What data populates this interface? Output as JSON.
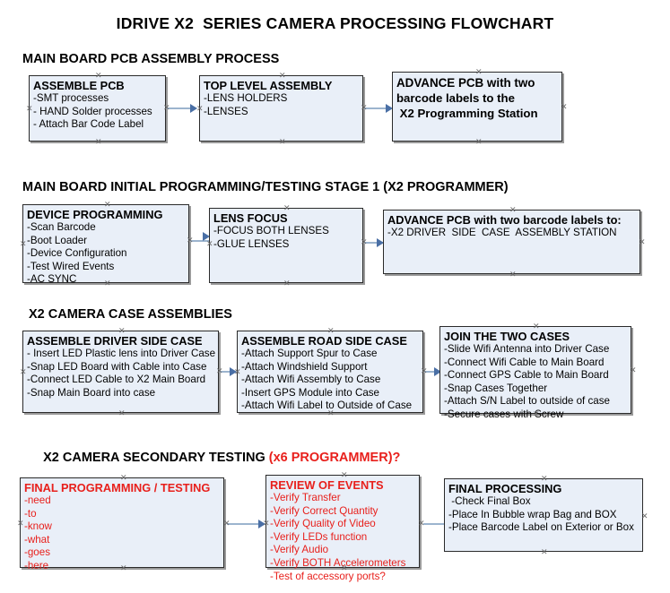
{
  "document": {
    "title": "IDRIVE X2  SERIES CAMERA PROCESSING FLOWCHART"
  },
  "colors": {
    "box_fill": "#e9eff8",
    "box_border": "#2a2a2a",
    "connector": "#9cb4ce",
    "arrowhead": "#4a6fa5",
    "red_text": "#e8201c",
    "black_text": "#000000"
  },
  "sections": [
    {
      "id": "main-board-pcb-assembly",
      "heading": "MAIN BOARD PCB ASSEMBLY PROCESS",
      "heading_suffix": "",
      "nodes": [
        {
          "id": "assemble-pcb",
          "title": "ASSEMBLE PCB",
          "lines": [
            "-SMT processes",
            "- HAND Solder processes",
            "- Attach Bar Code Label"
          ]
        },
        {
          "id": "top-level-assembly",
          "title": "TOP LEVEL ASSEMBLY",
          "lines": [
            "-LENS HOLDERS",
            "-LENSES"
          ]
        },
        {
          "id": "advance-pcb-to-x2-programming-station",
          "title": "ADVANCE PCB with two",
          "lines": [
            "barcode labels to the",
            " X2 Programming Station"
          ]
        }
      ]
    },
    {
      "id": "main-board-initial-programming",
      "heading": "MAIN BOARD INITIAL PROGRAMMING/TESTING STAGE 1 (X2 PROGRAMMER)",
      "heading_suffix": "",
      "nodes": [
        {
          "id": "device-programming",
          "title": "DEVICE PROGRAMMING",
          "lines": [
            "-Scan Barcode",
            "-Boot Loader",
            "-Device Configuration",
            "-Test Wired Events",
            "-AC SYNC"
          ]
        },
        {
          "id": "lens-focus",
          "title": "LENS FOCUS",
          "lines": [
            "-FOCUS BOTH LENSES",
            "-GLUE LENSES"
          ]
        },
        {
          "id": "advance-pcb-to-driver-side-case-station",
          "title": "ADVANCE PCB with two barcode labels to:",
          "lines": [
            "-X2 DRIVER  SIDE  CASE  ASSEMBLY STATION"
          ]
        }
      ]
    },
    {
      "id": "x2-camera-case-assemblies",
      "heading": "X2 CAMERA CASE ASSEMBLIES",
      "heading_suffix": "",
      "nodes": [
        {
          "id": "assemble-driver-side-case",
          "title": "ASSEMBLE DRIVER SIDE CASE",
          "lines": [
            "- Insert LED Plastic lens into Driver Case",
            "-Snap LED Board with Cable into Case",
            "-Connect LED Cable to X2 Main Board",
            "-Snap Main Board into case"
          ]
        },
        {
          "id": "assemble-road-side-case",
          "title": "ASSEMBLE ROAD SIDE CASE",
          "lines": [
            "-Attach Support Spur to Case",
            "-Attach Windshield Support",
            "-Attach Wifi Assembly to Case",
            "-Insert GPS Module into Case",
            "-Attach Wifi Label to Outside of Case"
          ]
        },
        {
          "id": "join-the-two-cases",
          "title": "JOIN THE TWO CASES",
          "lines": [
            "-Slide Wifi Antenna into Driver Case",
            "-Connect Wifi Cable to Main Board",
            "-Connect GPS Cable to Main Board",
            "-Snap Cases Together",
            "-Attach S/N Label to outside of case",
            "-Secure cases with Screw"
          ]
        }
      ]
    },
    {
      "id": "x2-camera-secondary-testing",
      "heading": "X2 CAMERA SECONDARY TESTING ",
      "heading_suffix": "(x6 PROGRAMMER)?",
      "nodes": [
        {
          "id": "final-programming-testing",
          "title": "FINAL PROGRAMMING / TESTING",
          "lines": [
            "-need",
            "-to",
            "-know",
            "-what",
            "-goes",
            "-here"
          ]
        },
        {
          "id": "review-of-events",
          "title": "REVIEW OF EVENTS",
          "lines": [
            "-Verify Transfer",
            "-Verify Correct Quantity",
            "-Verify Quality of Video",
            "-Verify LEDs function",
            "-Verify Audio",
            "-Verify BOTH Accelerometers",
            "-Test of accessory ports?"
          ]
        },
        {
          "id": "final-processing",
          "title": "FINAL PROCESSING",
          "lines": [
            " -Check Final Box",
            "-Place In Bubble wrap Bag and BOX",
            "-Place Barcode Label on Exterior or Box"
          ]
        }
      ]
    }
  ]
}
